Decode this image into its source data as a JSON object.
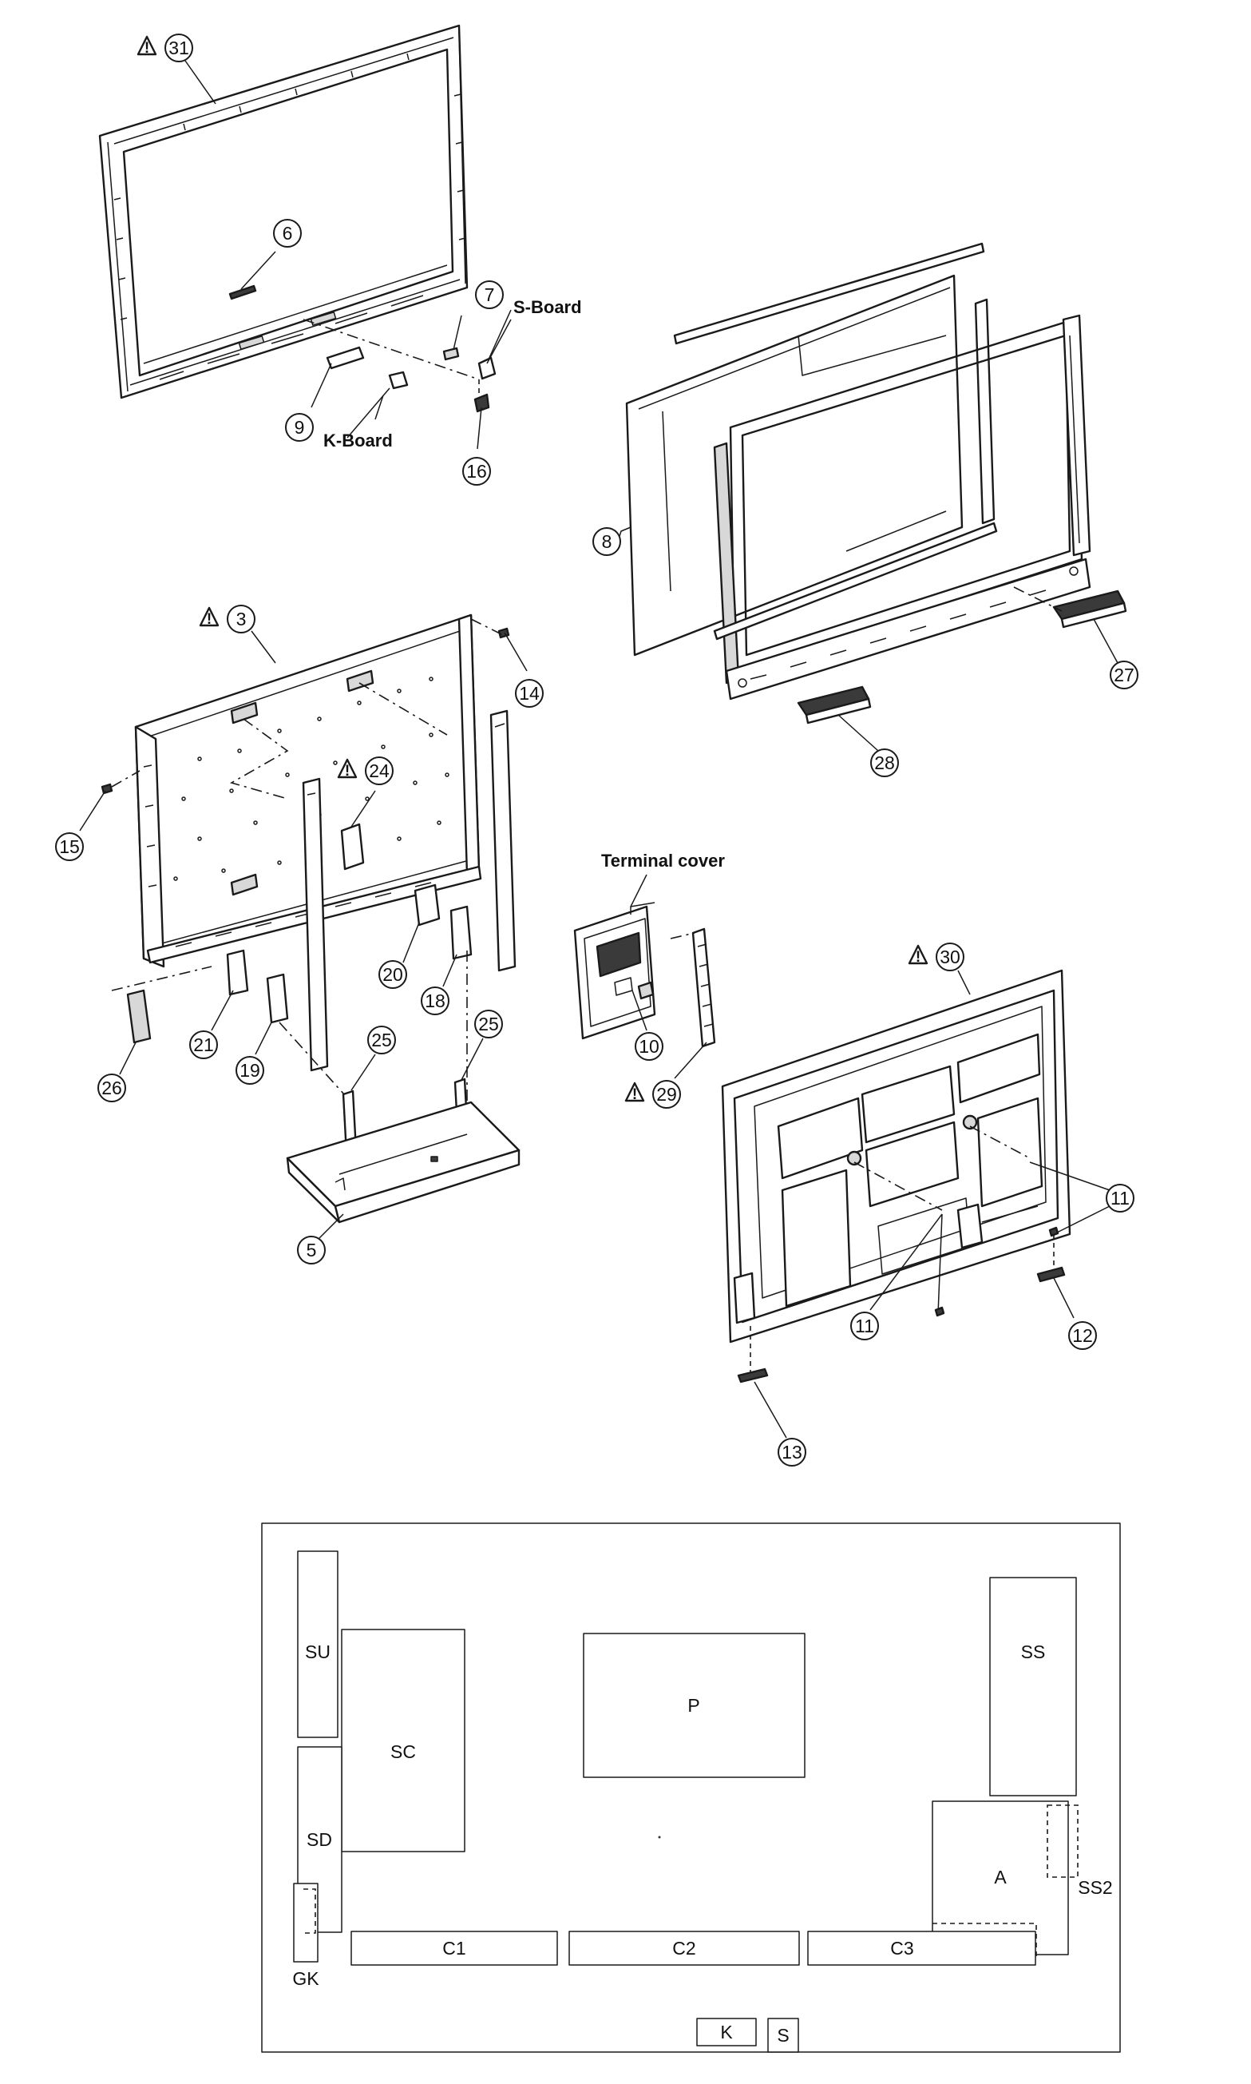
{
  "labels": {
    "s_board": "S-Board",
    "k_board": "K-Board",
    "terminal_cover": "Terminal cover"
  },
  "callouts": [
    "31",
    "6",
    "7",
    "9",
    "16",
    "8",
    "3",
    "14",
    "24",
    "15",
    "27",
    "28",
    "20",
    "18",
    "21",
    "19",
    "25",
    "26",
    "5",
    "10",
    "29",
    "30",
    "11",
    "12",
    "13"
  ],
  "warning_callouts": [
    "31",
    "3",
    "24",
    "29",
    "30"
  ],
  "board_layout": {
    "boards": [
      "SU",
      "SC",
      "SD",
      "GK",
      "P",
      "SS",
      "A",
      "SS2",
      "C1",
      "C2",
      "C3",
      "K",
      "S"
    ]
  }
}
